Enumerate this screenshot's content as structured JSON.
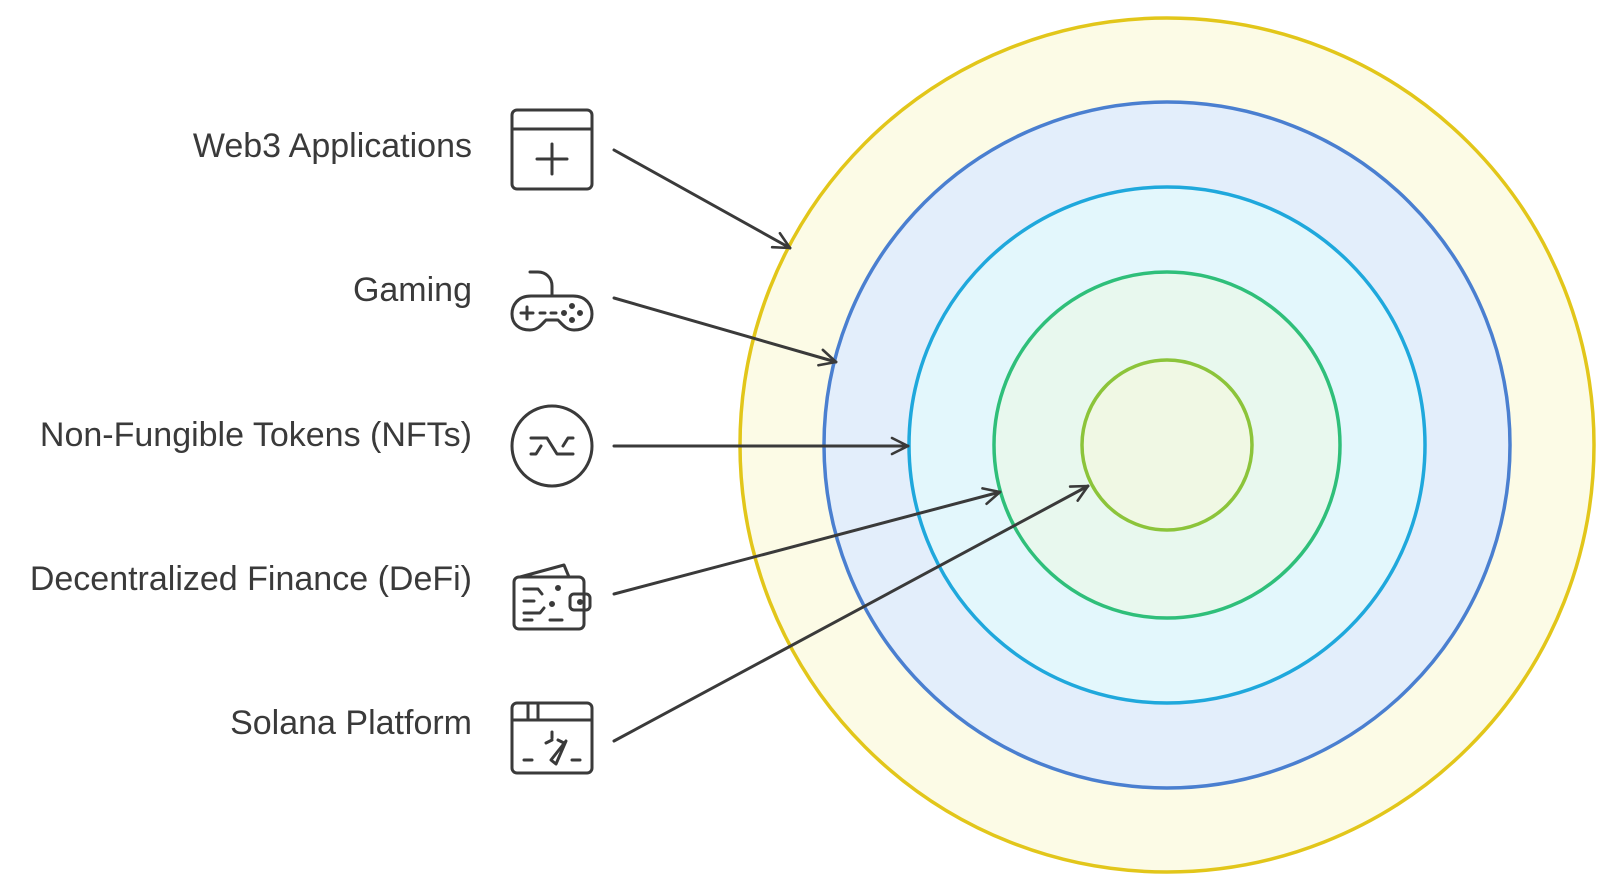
{
  "diagram": {
    "layers": [
      {
        "label": "Web3 Applications",
        "icon": "app-window-plus-icon",
        "ring_stroke": "#E2C61A",
        "ring_fill": "#FCFBE6"
      },
      {
        "label": "Gaming",
        "icon": "gamepad-icon",
        "ring_stroke": "#4A7FD0",
        "ring_fill": "#E3EEFB"
      },
      {
        "label": "Non-Fungible Tokens (NFTs)",
        "icon": "nft-token-icon",
        "ring_stroke": "#1FA8DC",
        "ring_fill": "#E3F7FC"
      },
      {
        "label": "Decentralized Finance (DeFi)",
        "icon": "circuit-wallet-icon",
        "ring_stroke": "#2FBF7A",
        "ring_fill": "#E8F8EE"
      },
      {
        "label": "Solana Platform",
        "icon": "performance-dashboard-icon",
        "ring_stroke": "#8CC43A",
        "ring_fill": "#F0F8E4"
      }
    ],
    "icon_color": "#3a3a3a",
    "arrow_color": "#3a3a3a"
  }
}
